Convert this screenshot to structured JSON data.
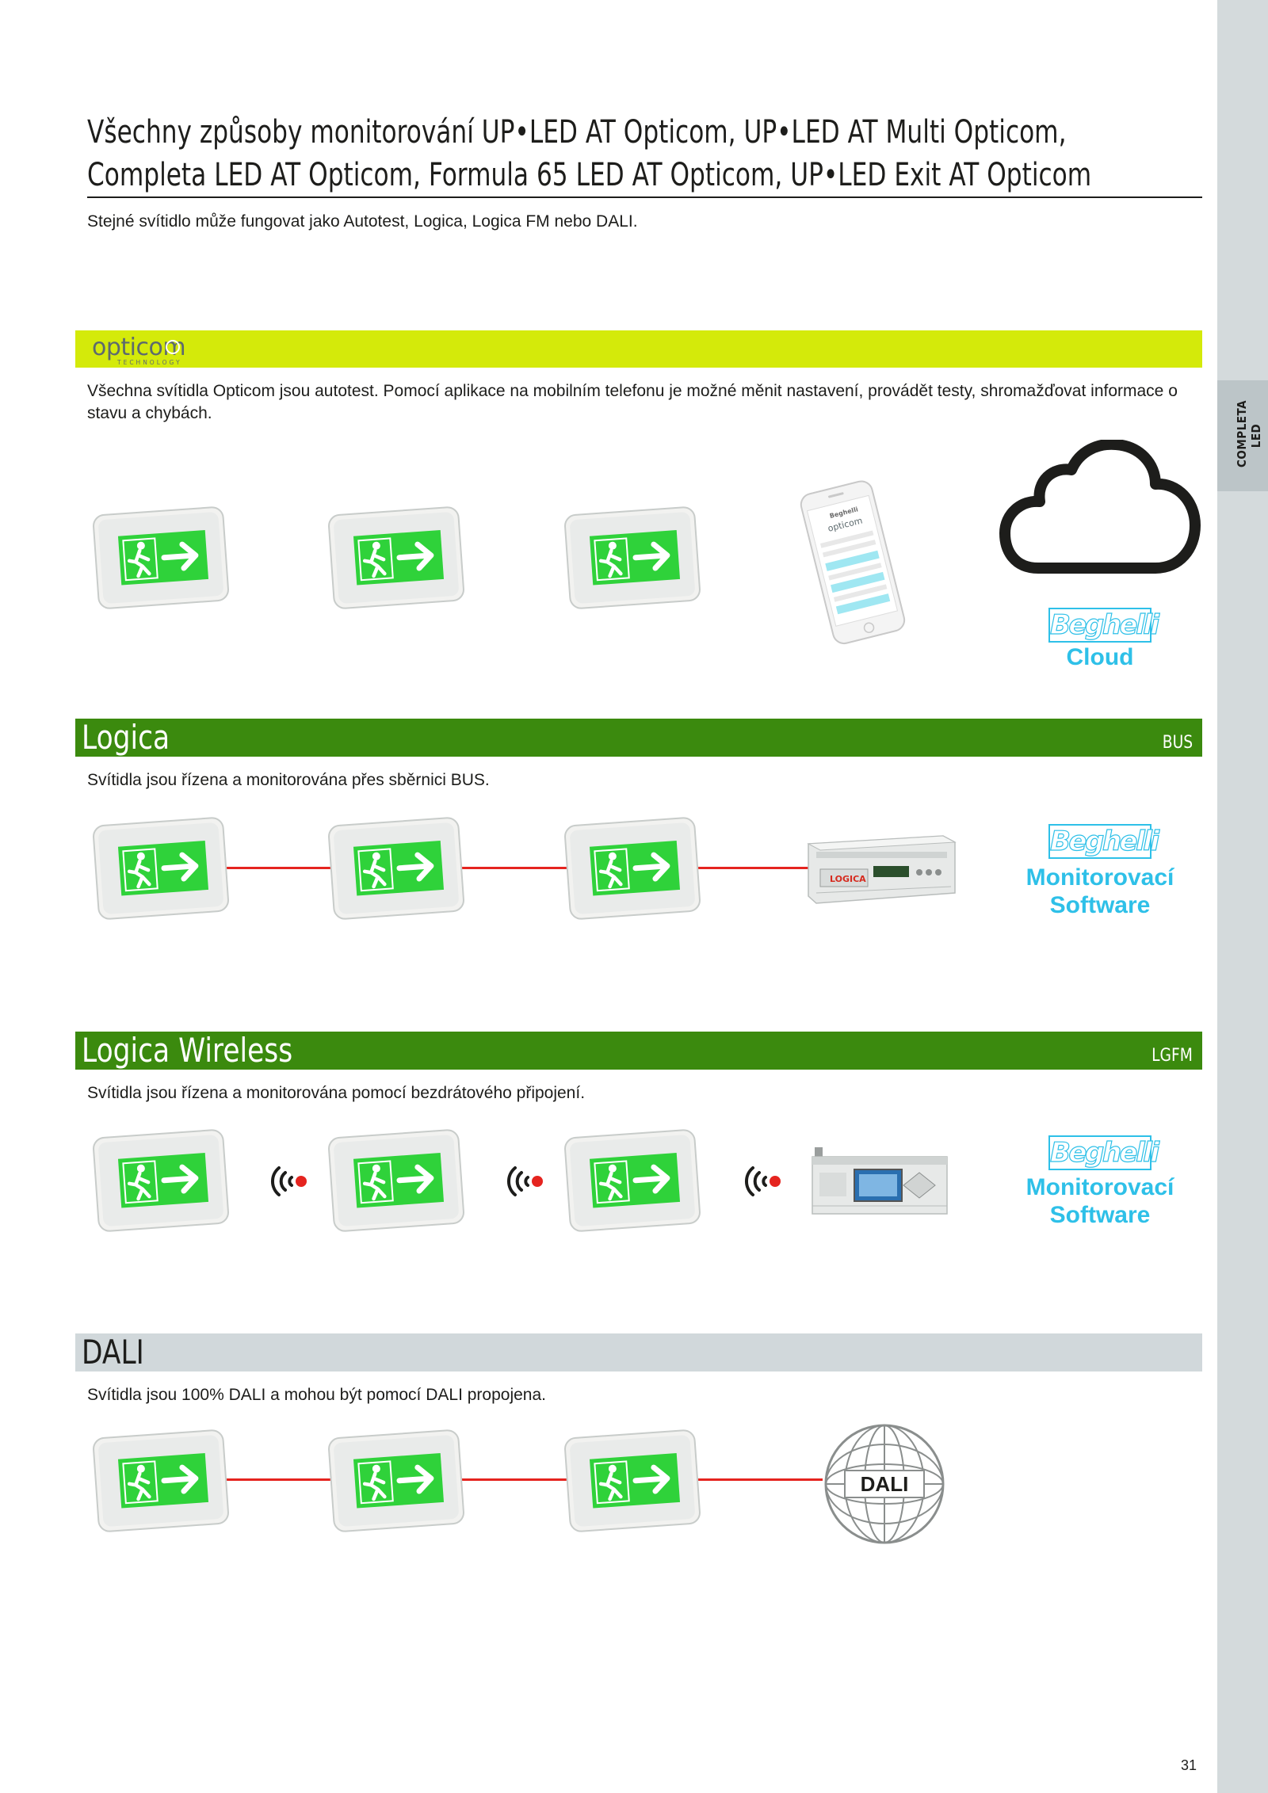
{
  "side_tab": "COMPLETA LED",
  "headline": {
    "line1": "Všechny způsoby monitorování UP•LED AT Opticom, UP•LED AT Multi Opticom,",
    "line2": "Completa LED AT Opticom, Formula 65 LED AT Opticom, UP•LED Exit AT Opticom"
  },
  "intro": "Stejné svítidlo může fungovat jako Autotest, Logica, Logica FM nebo DALI.",
  "opticom": {
    "logo_text": "opticom",
    "logo_sub": "TECHNOLOGY",
    "description": "Všechna svítidla Opticom jsou autotest. Pomocí aplikace na mobilním telefonu je možné měnit nastavení, provádět testy, shromažďovat informace o stavu a chybách.",
    "phone_brand": "Beghelli",
    "phone_logo": "opticom",
    "brand": "Beghelli",
    "service": "Cloud"
  },
  "logica": {
    "title": "Logica",
    "tag": "BUS",
    "description": "Svítidla jsou řízena a monitorována přes sběrnici BUS.",
    "device_label": "LOGICA",
    "brand": "Beghelli",
    "service_line1": "Monitorovací",
    "service_line2": "Software"
  },
  "logica_wireless": {
    "title": "Logica Wireless",
    "tag": "LGFM",
    "description": "Svítidla jsou řízena a monitorována pomocí bezdrátového připojení.",
    "brand": "Beghelli",
    "service_line1": "Monitorovací",
    "service_line2": "Software"
  },
  "dali": {
    "title": "DALI",
    "description": "Svítidla jsou 100% DALI a mohou být pomocí DALI propojena.",
    "globe_label": "DALI"
  },
  "colors": {
    "section_green": "#3b8a0e",
    "opticom_lime": "#d4ea0a",
    "beghelli_blue": "#2ec0e8",
    "link_red": "#e5241f",
    "sign_green": "#2fd23a"
  },
  "page_number": "31"
}
